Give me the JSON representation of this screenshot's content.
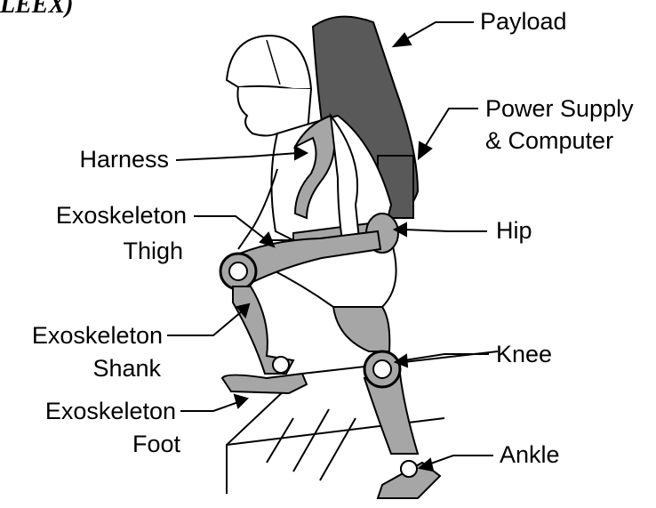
{
  "figure": {
    "title_fragment": "LEEX)",
    "colors": {
      "exoskeleton": "#a6a6a6",
      "payload": "#595959",
      "outline": "#000000",
      "background": "#ffffff"
    },
    "labels": {
      "payload": "Payload",
      "power_line1": "Power Supply",
      "power_line2": "& Computer",
      "harness": "Harness",
      "hip": "Hip",
      "thigh_line1": "Exoskeleton",
      "thigh_line2": "Thigh",
      "shank_line1": "Exoskeleton",
      "shank_line2": "Shank",
      "knee": "Knee",
      "foot_line1": "Exoskeleton",
      "foot_line2": "Foot",
      "ankle": "Ankle"
    }
  }
}
